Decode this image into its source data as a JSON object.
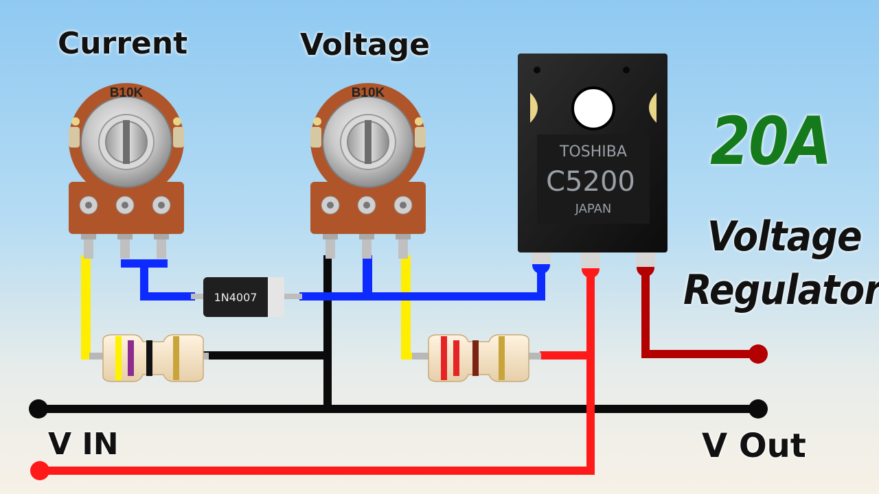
{
  "labels": {
    "current": "Current",
    "voltage": "Voltage",
    "v_in": "V IN",
    "v_out": "V Out",
    "rating": "20A",
    "title_line1": "Voltage",
    "title_line2": "Regulator"
  },
  "components": {
    "pot_current_marking": "B10K",
    "pot_voltage_marking": "B10K",
    "diode_marking": "1N4007",
    "transistor_brand": "TOSHIBA",
    "transistor_part": "C5200",
    "transistor_origin": "JAPAN"
  },
  "colors": {
    "rating_green": "#157a1b",
    "wire_red": "#ff1a1a",
    "wire_dark_red": "#b30000",
    "wire_blue": "#0d2bff",
    "wire_yellow": "#ffee00",
    "wire_black": "#0a0a0a"
  }
}
